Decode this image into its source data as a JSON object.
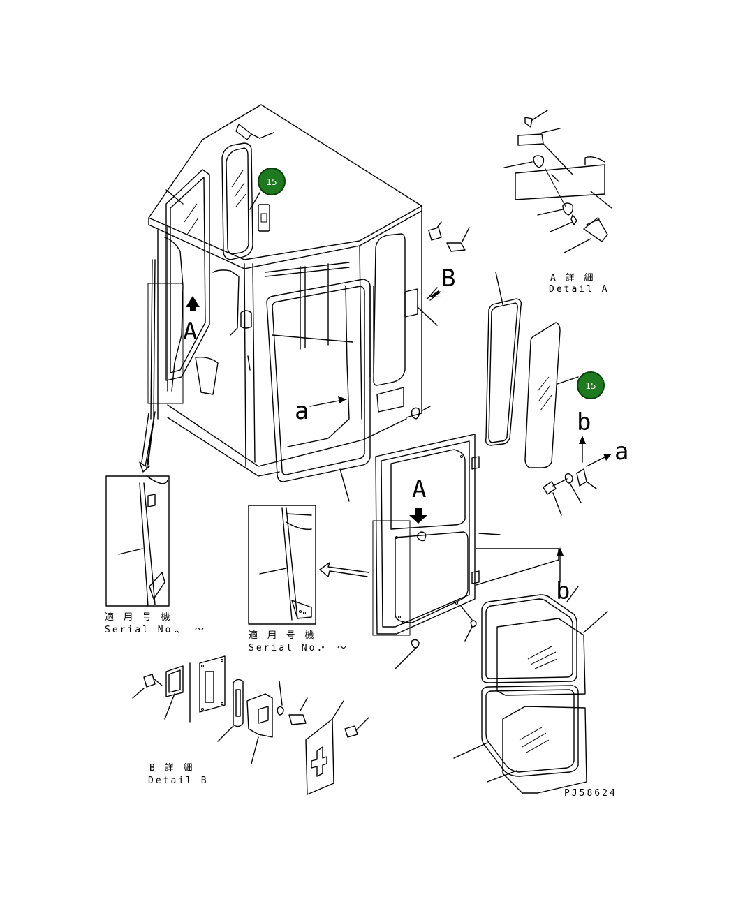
{
  "drawing_id": "PJ58624",
  "callouts": [
    {
      "label": "15"
    },
    {
      "label": "15"
    }
  ],
  "letters": {
    "A_cab": "A",
    "B_cab": "B",
    "a_door": "a",
    "A_door": "A",
    "b_upper": "b",
    "a_right": "a",
    "b_lower": "b"
  },
  "detail_a": {
    "jp": "A 詳 細",
    "en": "Detail A"
  },
  "detail_b": {
    "jp": "B 詳 細",
    "en": "Detail B"
  },
  "serial_left": {
    "jp": "適 用 号 機",
    "en": "Serial No.",
    "range": "、 ～"
  },
  "serial_mid": {
    "jp": "適 用 号 機",
    "en": "Serial No.",
    "range": "・ ～"
  },
  "colors": {
    "callout_fill": "#1e7a1e",
    "callout_ring": "#0a3d0a",
    "callout_text": "#ffffff",
    "line": "#000000"
  }
}
